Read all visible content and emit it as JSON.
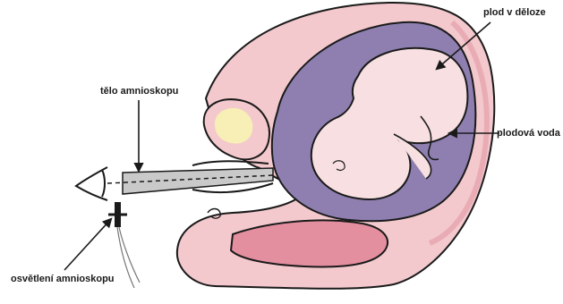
{
  "labels": {
    "fetus": "plod v děloze",
    "body": "tělo amnioskopu",
    "fluid": "plodová voda",
    "light": "osvětlení amnioskopu"
  },
  "colors": {
    "outline": "#1a1a1a",
    "uterus_wall": "#f3c9cd",
    "amniotic_fluid": "#8e7fb0",
    "fetus": "#f8dfe2",
    "bladder": "#e48f9f",
    "scope_body": "#c9c9c9",
    "yellow_tissue": "#f7efb5"
  }
}
